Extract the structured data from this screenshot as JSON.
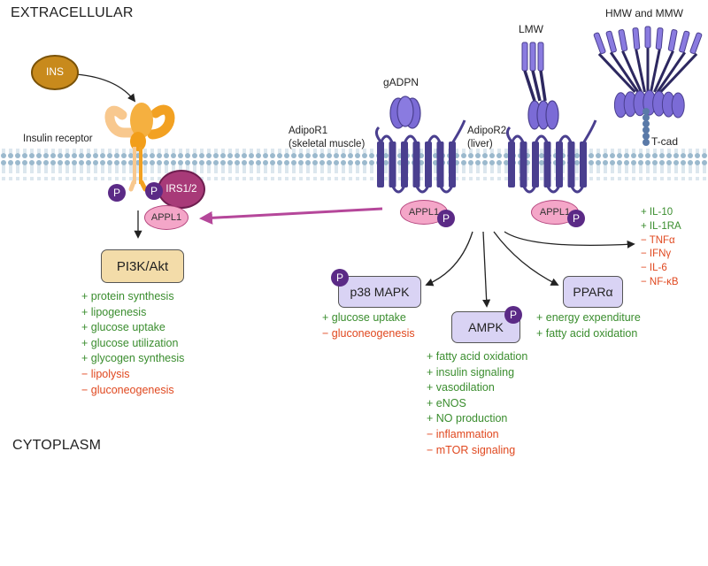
{
  "regions": {
    "extracellular": "EXTRACELLULAR",
    "cytoplasm": "CYTOPLASM"
  },
  "molecules": {
    "ins": "INS",
    "insulin_receptor": "Insulin receptor",
    "irs": "IRS1/2",
    "appl1": "APPL1",
    "phospho": "P",
    "gadpn": "gADPN",
    "lmw": "LMW",
    "hmw_mmw": "HMW and MMW",
    "tcad": "T-cad",
    "adipor1_name": "AdipoR1",
    "adipor1_tissue": "(skeletal muscle)",
    "adipor2_name": "AdipoR2",
    "adipor2_tissue": "(liver)"
  },
  "pathways": {
    "pi3k": "PI3K/Akt",
    "p38": "p38 MAPK",
    "ampk": "AMPK",
    "ppar": "PPARα"
  },
  "effects": {
    "pi3k": [
      {
        "sign": "+",
        "text": "protein synthesis",
        "direction": "up"
      },
      {
        "sign": "+",
        "text": "lipogenesis",
        "direction": "up"
      },
      {
        "sign": "+",
        "text": "glucose uptake",
        "direction": "up"
      },
      {
        "sign": "+",
        "text": "glucose utilization",
        "direction": "up"
      },
      {
        "sign": "+",
        "text": "glycogen synthesis",
        "direction": "up"
      },
      {
        "sign": "−",
        "text": "lipolysis",
        "direction": "down"
      },
      {
        "sign": "−",
        "text": "gluconeogenesis",
        "direction": "down"
      }
    ],
    "p38": [
      {
        "sign": "+",
        "text": "glucose uptake",
        "direction": "up"
      },
      {
        "sign": "−",
        "text": "gluconeogenesis",
        "direction": "down"
      }
    ],
    "ampk": [
      {
        "sign": "+",
        "text": "fatty acid oxidation",
        "direction": "up"
      },
      {
        "sign": "+",
        "text": "insulin signaling",
        "direction": "up"
      },
      {
        "sign": "+",
        "text": "vasodilation",
        "direction": "up"
      },
      {
        "sign": "+",
        "text": "eNOS",
        "direction": "up"
      },
      {
        "sign": "+",
        "text": "NO production",
        "direction": "up"
      },
      {
        "sign": "−",
        "text": "inflammation",
        "direction": "down"
      },
      {
        "sign": "−",
        "text": "mTOR signaling",
        "direction": "down"
      }
    ],
    "ppar": [
      {
        "sign": "+",
        "text": "energy expenditure",
        "direction": "up"
      },
      {
        "sign": "+",
        "text": "fatty acid oxidation",
        "direction": "up"
      }
    ],
    "cytokines": [
      {
        "sign": "+",
        "text": "IL-10",
        "direction": "up"
      },
      {
        "sign": "+",
        "text": "IL-1RA",
        "direction": "up"
      },
      {
        "sign": "−",
        "text": "TNFα",
        "direction": "down"
      },
      {
        "sign": "−",
        "text": "IFNγ",
        "direction": "down"
      },
      {
        "sign": "−",
        "text": "IL-6",
        "direction": "down"
      },
      {
        "sign": "−",
        "text": "NF-κB",
        "direction": "down"
      }
    ]
  },
  "colors": {
    "increase": "#3a8d2e",
    "decrease": "#e0481f",
    "receptor": "#4a3f8f",
    "adiponectin": "#7b6bd6",
    "appl1": "#f4a6c8",
    "irs": "#a83a78",
    "phospho": "#5b2a86",
    "insulin_receptor": "#f2a122",
    "ins": "#c88a1c",
    "membrane": "#8fb0c6",
    "translocation_arrow": "#b5479a"
  }
}
